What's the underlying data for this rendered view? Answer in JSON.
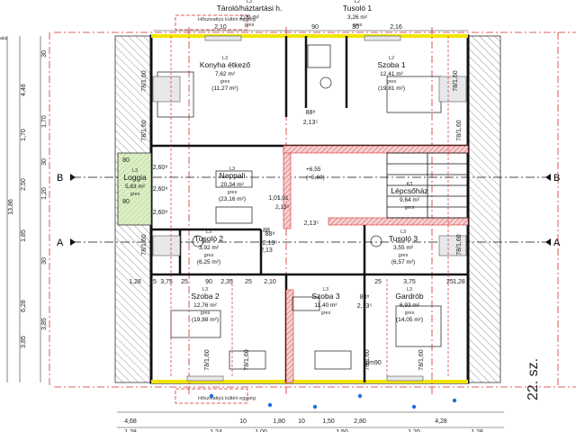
{
  "colors": {
    "wall": "#111111",
    "red": "#d32f2f",
    "red_fill": "#f4c0c0",
    "roof_hatch": "#555555",
    "yellow": "#f2e600",
    "loggia_green": "#c9e4b0",
    "blue_dot": "#1f6fd6"
  },
  "rooms": [
    {
      "id": "tarolo",
      "level": "L3",
      "name": "Tároló/háztartási h.",
      "area": "2,09 m²",
      "floor": "gres"
    },
    {
      "id": "tusolo1",
      "level": "L2",
      "name": "Tusoló 1",
      "area": "3,26 m²",
      "floor": "gres"
    },
    {
      "id": "konyha",
      "level": "L3",
      "name": "Konyha étkező",
      "area": "7,62 m²",
      "floor": "gres",
      "total": "(11,27 m²)"
    },
    {
      "id": "szoba1",
      "level": "L2",
      "name": "Szoba 1",
      "area": "12,41 m²",
      "floor": "gres",
      "total": "(19,81 m²)"
    },
    {
      "id": "loggia",
      "level": "L3",
      "name": "Loggia",
      "area": "5,83 m²",
      "floor": "gres"
    },
    {
      "id": "nappali",
      "level": "L3",
      "name": "Nappali",
      "area": "20,34 m²",
      "floor": "gres",
      "total": "(23,16 m²)"
    },
    {
      "id": "lepcsohaz",
      "level": "K3",
      "name": "Lépcsőház",
      "area": "9,64 m²",
      "floor": "gres"
    },
    {
      "id": "tusolo2",
      "level": "L3",
      "name": "Tusoló 2",
      "area": "3,92 m²",
      "floor": "gres",
      "total": "(6,25 m²)"
    },
    {
      "id": "tusolo3",
      "level": "L3",
      "name": "Tusoló 3",
      "area": "3,55 m²",
      "floor": "gres",
      "total": "(6,57 m²)"
    },
    {
      "id": "szoba2",
      "level": "L3",
      "name": "Szoba 2",
      "area": "12,76 m²",
      "floor": "gres",
      "total": "(19,88 m²)"
    },
    {
      "id": "szoba3",
      "level": "L3",
      "name": "Szoba 3",
      "area": "11,40 m²",
      "floor": "gres"
    },
    {
      "id": "gardrob",
      "level": "L3",
      "name": "Gardrób",
      "area": "6,93 m²",
      "floor": "gres",
      "total": "(14,05 m²)"
    }
  ],
  "labels": {
    "kozlekedo_top": "Hőszivattyú kültéri egység",
    "kozlekedo_bottom": "Hőszivattyú kültéri egység",
    "section_b_left": "B",
    "section_b_right": "B",
    "section_a_left": "A",
    "section_a_right": "A",
    "floor_label": "22. sz.",
    "stair_level": "+6,55",
    "stair_level2": "(+5,60)",
    "hall_level": "1,01",
    "hall_h": "2,13³",
    "left_tag": "ata"
  },
  "dims": {
    "top": [
      "2,10",
      "90",
      "30",
      "2,16"
    ],
    "left_outer": [
      "4,48",
      "1,70",
      "2,50",
      "1,85",
      "6,28",
      "3,85"
    ],
    "left_total": "13,86",
    "left_inner": [
      "30",
      "1,70",
      "30",
      "1,20",
      "30",
      "3,85"
    ],
    "bottom_row1": [
      "4,68",
      "10",
      "1,80",
      "10",
      "1,50",
      "2,80",
      "4,28"
    ],
    "bottom_row2": [
      "1,28",
      "1,24",
      "1,00",
      "1,50",
      "1,20",
      "1,28"
    ],
    "interior": [
      "1,28",
      "25",
      "3,75",
      "25",
      "90",
      "2,35",
      "25",
      "2,10",
      "25",
      "3,75",
      "25",
      "1,28"
    ],
    "misc": [
      "88⁸",
      "2,13⁵",
      "88⁸",
      "2,13⁵",
      "88⁸",
      "2,13⁵",
      "2,60⁸",
      "2,60⁸",
      "2,60⁸",
      "80",
      "80",
      "88",
      "2,13",
      "pm90",
      "1,01",
      "2,13⁵"
    ],
    "vertical_small": [
      "78/1,60",
      "78/1,60",
      "78/1,60",
      "78/1,60",
      "78/1,60",
      "78/1,60",
      "78/1,60",
      "78/1,60",
      "78/1,60",
      "78/1,60"
    ]
  }
}
